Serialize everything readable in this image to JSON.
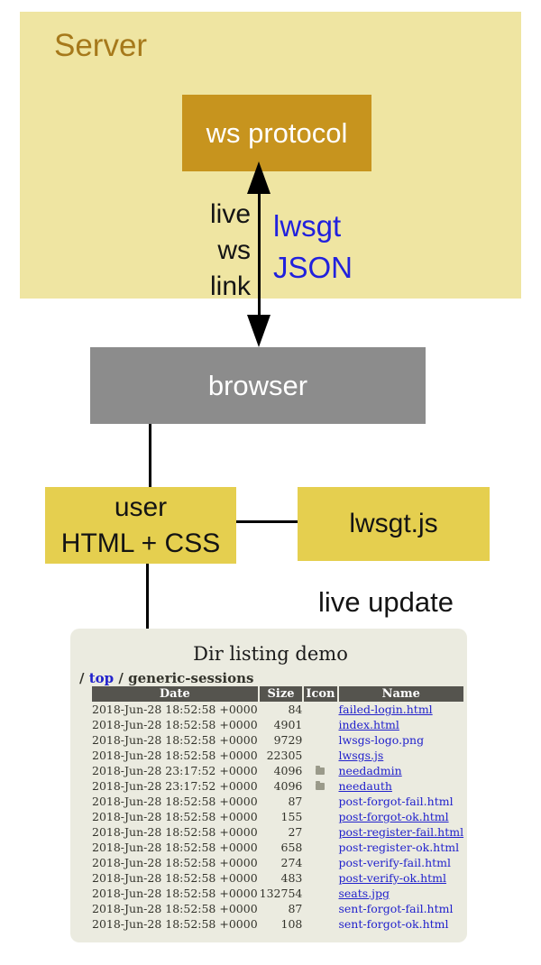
{
  "diagram": {
    "server_label": "Server",
    "ws_protocol_label": "ws protocol",
    "browser_label": "browser",
    "user_box_line1": "user",
    "user_box_line2": "HTML + CSS",
    "lwsgt_js_label": "lwsgt.js",
    "arrow_left_label_lines": [
      "live",
      "ws",
      "link"
    ],
    "arrow_right_label_lines": [
      "lwsgt",
      "JSON"
    ],
    "live_update_label": "live update",
    "colors": {
      "server_panel_bg": "#efe5a2",
      "server_label_text": "#a6791b",
      "ws_box_bg": "#c7941e",
      "browser_box_bg": "#8c8c8c",
      "yellow_box_bg": "#e5cf4f",
      "arrow_label_blue": "#2121dd",
      "black": "#141414"
    }
  },
  "dir_listing": {
    "title": "Dir listing demo",
    "breadcrumb": {
      "root_slash": "/",
      "top_link": "top",
      "separator": "/",
      "current": "generic-sessions"
    },
    "columns": [
      "Date",
      "Size",
      "Icon",
      "Name"
    ],
    "panel_bg": "#ebebe0",
    "header_bg": "#55544e",
    "link_color": "#2222cc",
    "rows": [
      {
        "date": "2018-Jun-28 18:52:58 +0000",
        "size": "84",
        "icon": "",
        "name": "failed-login.html",
        "underline": true
      },
      {
        "date": "2018-Jun-28 18:52:58 +0000",
        "size": "4901",
        "icon": "",
        "name": "index.html",
        "underline": true
      },
      {
        "date": "2018-Jun-28 18:52:58 +0000",
        "size": "9729",
        "icon": "",
        "name": "lwsgs-logo.png",
        "underline": false
      },
      {
        "date": "2018-Jun-28 18:52:58 +0000",
        "size": "22305",
        "icon": "",
        "name": "lwsgs.js",
        "underline": true
      },
      {
        "date": "2018-Jun-28 23:17:52 +0000",
        "size": "4096",
        "icon": "folder-icon",
        "name": "needadmin",
        "underline": true
      },
      {
        "date": "2018-Jun-28 23:17:52 +0000",
        "size": "4096",
        "icon": "folder-icon",
        "name": "needauth",
        "underline": true
      },
      {
        "date": "2018-Jun-28 18:52:58 +0000",
        "size": "87",
        "icon": "",
        "name": "post-forgot-fail.html",
        "underline": false
      },
      {
        "date": "2018-Jun-28 18:52:58 +0000",
        "size": "155",
        "icon": "",
        "name": "post-forgot-ok.html",
        "underline": true
      },
      {
        "date": "2018-Jun-28 18:52:58 +0000",
        "size": "27",
        "icon": "",
        "name": "post-register-fail.html",
        "underline": true
      },
      {
        "date": "2018-Jun-28 18:52:58 +0000",
        "size": "658",
        "icon": "",
        "name": "post-register-ok.html",
        "underline": false
      },
      {
        "date": "2018-Jun-28 18:52:58 +0000",
        "size": "274",
        "icon": "",
        "name": "post-verify-fail.html",
        "underline": false
      },
      {
        "date": "2018-Jun-28 18:52:58 +0000",
        "size": "483",
        "icon": "",
        "name": "post-verify-ok.html",
        "underline": true
      },
      {
        "date": "2018-Jun-28 18:52:58 +0000",
        "size": "132754",
        "icon": "",
        "name": "seats.jpg",
        "underline": true
      },
      {
        "date": "2018-Jun-28 18:52:58 +0000",
        "size": "87",
        "icon": "",
        "name": "sent-forgot-fail.html",
        "underline": false
      },
      {
        "date": "2018-Jun-28 18:52:58 +0000",
        "size": "108",
        "icon": "",
        "name": "sent-forgot-ok.html",
        "underline": false
      }
    ]
  }
}
